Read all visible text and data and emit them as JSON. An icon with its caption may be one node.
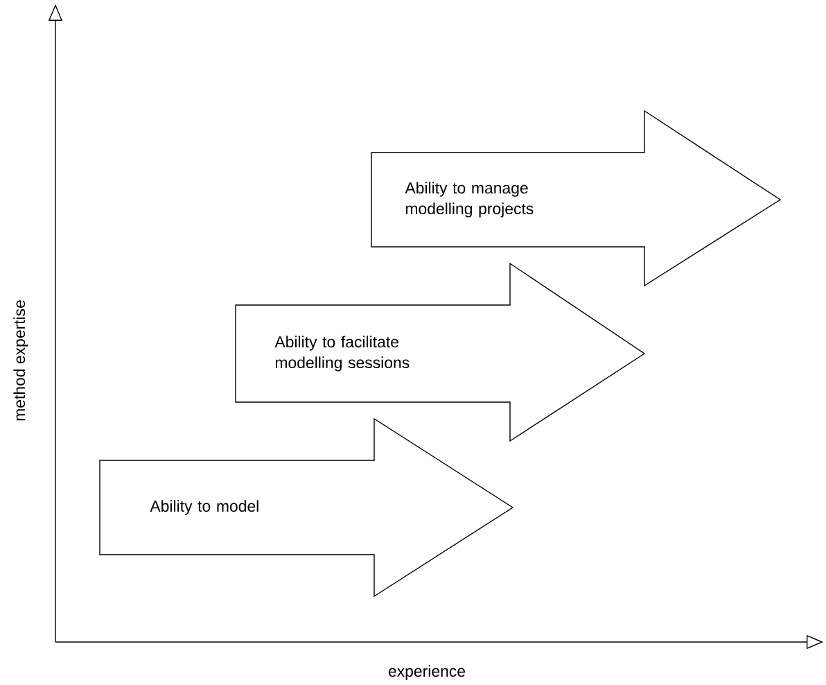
{
  "diagram": {
    "nodes": [
      {
        "text": [
          "Ability to model"
        ]
      },
      {
        "text": [
          "Ability to facilitate modelling sessions"
        ]
      },
      {
        "text": [
          "Ability to manage modelling projects"
        ]
      }
    ],
    "labels": [
      "method expertise",
      "experience"
    ]
  }
}
